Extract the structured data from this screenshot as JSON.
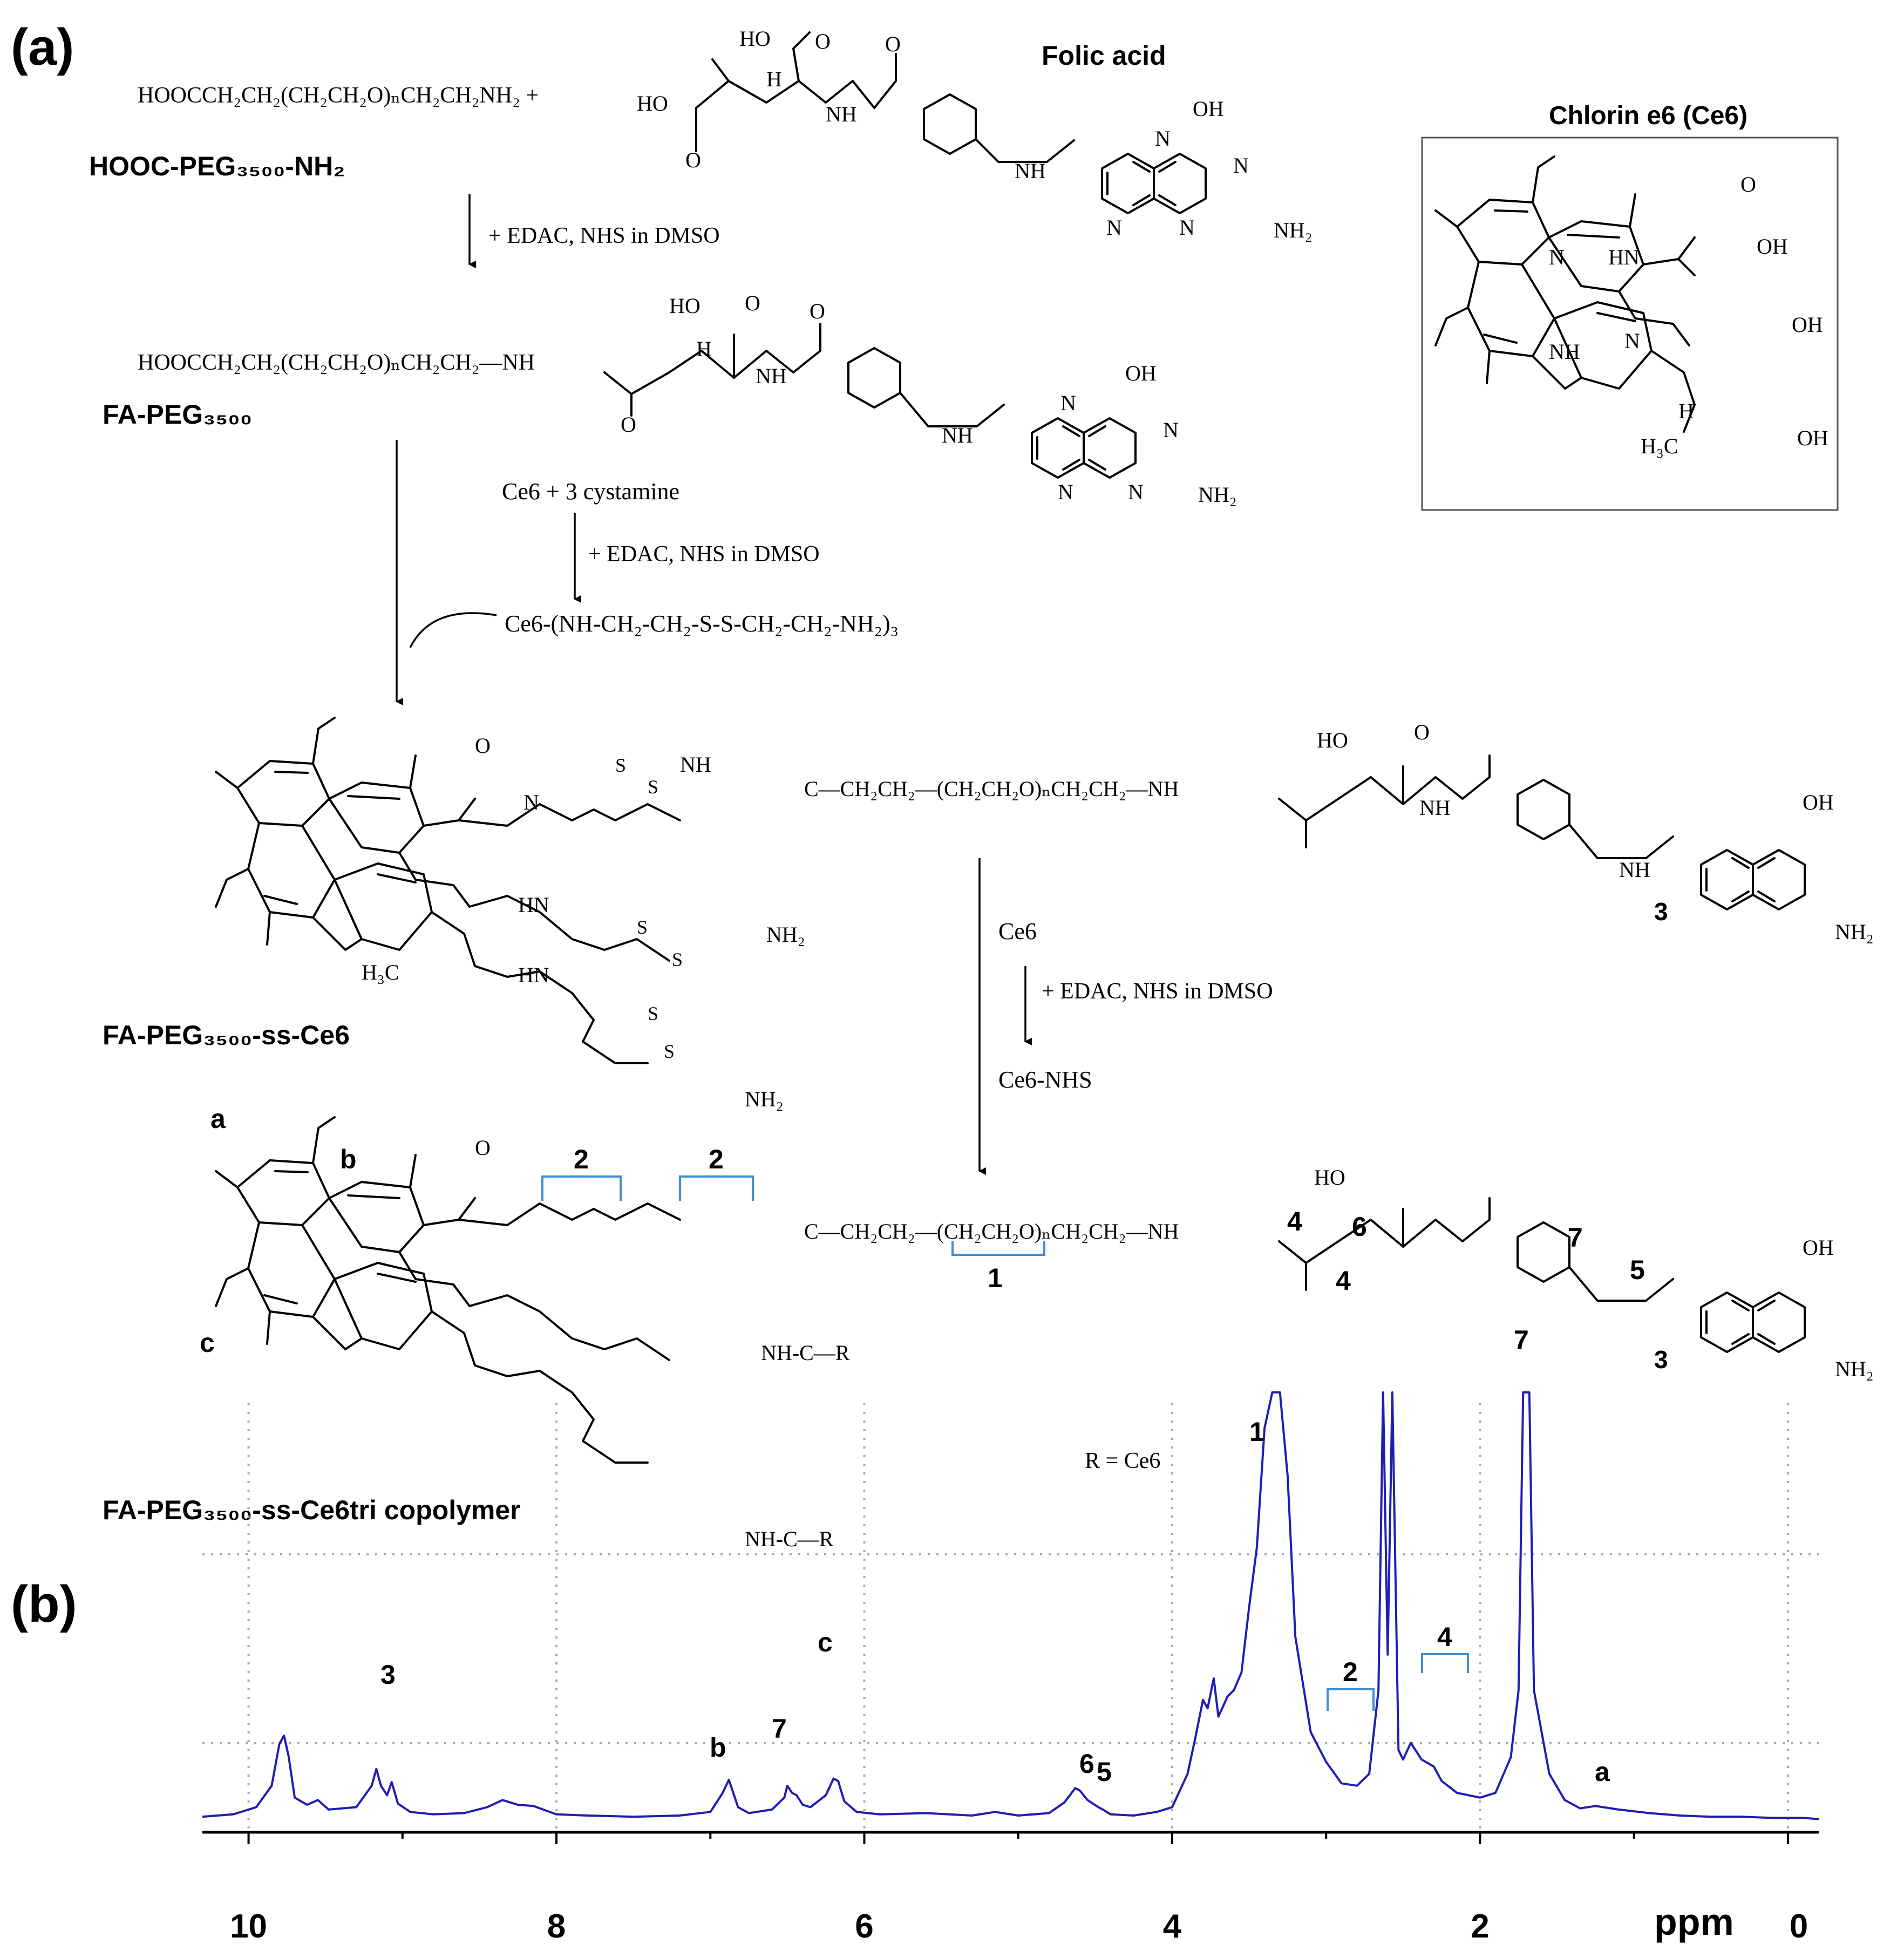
{
  "panel_a": {
    "label": "(a)",
    "peg_formula": "HOOCCH₂CH₂(CH₂CH₂O)ₙCH₂CH₂NH₂ +",
    "peg_name": "HOOC-PEG₃₅₀₀-NH₂",
    "folic_acid": "Folic acid",
    "step1": "+ EDAC, NHS in DMSO",
    "fa_peg_formula": "HOOCCH₂CH₂(CH₂CH₂O)ₙCH₂CH₂—NH",
    "fa_peg_name": "FA-PEG₃₅₀₀",
    "ce6_cystamine": "Ce6 + 3 cystamine",
    "step2": "+ EDAC, NHS in DMSO",
    "ce6_nh2": "Ce6-(NH-CH₂-CH₂-S-S-CH₂-CH₂-NH₂)₃",
    "ss_ce6_name": "FA-PEG₃₅₀₀-ss-Ce6",
    "ce6_reagent": "Ce6",
    "step3": "+ EDAC, NHS in DMSO",
    "ce6_nhs": "Ce6-NHS",
    "r_def": "R = Ce6",
    "product_name": "FA-PEG₃₅₀₀-ss-Ce6tri copolymer",
    "chlorin_title": "Chlorin e6 (Ce6)",
    "chain_ss_amide": "C—CH₂CH₂—(CH₂CH₂O)ₙCH₂CH₂—NH",
    "nh_c_r": "NH-C—R"
  },
  "atoms": {
    "ho": "HO",
    "oh": "OH",
    "o": "O",
    "n": "N",
    "nh": "NH",
    "hn": "HN",
    "h": "H",
    "nh2": "NH₂",
    "h3c": "H₃C",
    "s": "S"
  },
  "peak_labels": {
    "a": "a",
    "b": "b",
    "c": "c",
    "p1": "1",
    "p2": "2",
    "p3": "3",
    "p4": "4",
    "p5": "5",
    "p6": "6",
    "p7": "7"
  },
  "panel_b": {
    "label": "(b)",
    "x_unit": "ppm",
    "x_ticks": [
      "10",
      "8",
      "6",
      "4",
      "2",
      "0"
    ]
  },
  "chart_data": {
    "type": "line",
    "xlabel": "ppm",
    "xlim": [
      10.3,
      -0.2
    ],
    "x_reversed": true,
    "x_ticks": [
      10,
      8,
      6,
      4,
      2,
      0
    ],
    "grid": true,
    "series": [
      {
        "x": [
          10.3,
          10.1,
          9.95,
          9.85,
          9.8,
          9.77,
          9.74,
          9.7,
          9.62,
          9.55,
          9.48,
          9.3,
          9.2,
          9.17,
          9.14,
          9.1,
          9.07,
          9.03,
          8.95,
          8.8,
          8.6,
          8.45,
          8.35,
          8.25,
          8.15,
          8.0,
          7.8,
          7.5,
          7.2,
          7.0,
          6.92,
          6.88,
          6.82,
          6.75,
          6.6,
          6.52,
          6.5,
          6.47,
          6.44,
          6.4,
          6.35,
          6.25,
          6.2,
          6.17,
          6.13,
          6.05,
          5.9,
          5.6,
          5.3,
          5.15,
          5.0,
          4.8,
          4.7,
          4.63,
          4.6,
          4.55,
          4.48,
          4.45,
          4.4,
          4.25,
          4.1,
          4.0,
          3.9,
          3.85,
          3.8,
          3.77,
          3.73,
          3.7,
          3.64,
          3.6,
          3.55,
          3.5,
          3.45,
          3.4,
          3.35,
          3.3,
          3.25,
          3.2,
          3.1,
          3.0,
          2.9,
          2.8,
          2.72,
          2.66,
          2.63,
          2.6,
          2.57,
          2.53,
          2.5,
          2.45,
          2.38,
          2.3,
          2.25,
          2.15,
          2.0,
          1.9,
          1.8,
          1.75,
          1.72,
          1.68,
          1.65,
          1.55,
          1.45,
          1.35,
          1.25,
          1.1,
          0.9,
          0.7,
          0.5,
          0.3,
          0.1,
          -0.1,
          -0.2
        ],
        "y": [
          0.04,
          0.06,
          0.12,
          0.3,
          0.65,
          0.72,
          0.55,
          0.2,
          0.14,
          0.18,
          0.1,
          0.12,
          0.3,
          0.44,
          0.3,
          0.22,
          0.33,
          0.15,
          0.08,
          0.06,
          0.07,
          0.12,
          0.18,
          0.14,
          0.13,
          0.06,
          0.05,
          0.04,
          0.05,
          0.08,
          0.24,
          0.35,
          0.12,
          0.07,
          0.1,
          0.2,
          0.3,
          0.24,
          0.22,
          0.14,
          0.12,
          0.22,
          0.36,
          0.34,
          0.17,
          0.08,
          0.06,
          0.07,
          0.05,
          0.08,
          0.05,
          0.07,
          0.16,
          0.28,
          0.26,
          0.18,
          0.12,
          0.1,
          0.06,
          0.05,
          0.08,
          0.12,
          0.4,
          0.7,
          1.02,
          0.95,
          1.2,
          0.88,
          1.05,
          1.1,
          1.25,
          1.8,
          2.3,
          3.3,
          3.6,
          3.6,
          2.9,
          1.55,
          0.75,
          0.5,
          0.32,
          0.3,
          0.4,
          1.1,
          3.6,
          1.4,
          3.6,
          0.6,
          0.52,
          0.66,
          0.52,
          0.46,
          0.34,
          0.24,
          0.2,
          0.24,
          0.54,
          1.1,
          3.6,
          3.6,
          1.1,
          0.4,
          0.18,
          0.11,
          0.13,
          0.1,
          0.07,
          0.05,
          0.04,
          0.04,
          0.03,
          0.03,
          0.02
        ]
      }
    ]
  }
}
